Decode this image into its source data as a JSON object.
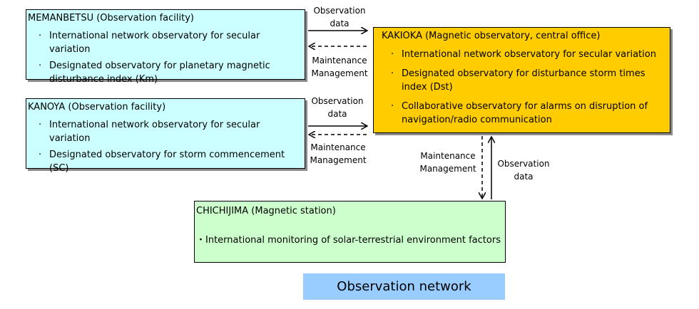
{
  "nodes": {
    "memanbetsu": {
      "title": "MEMANBETSU (Observation facility)",
      "items": [
        "International network observatory for secular variation",
        "Designated observatory for planetary magnetic disturbance index (Km)"
      ],
      "color": "#ccffff"
    },
    "kanoya": {
      "title": "KANOYA (Observation facility)",
      "items": [
        "International network observatory for secular variation",
        "Designated observatory for storm commencement (SC)"
      ],
      "color": "#ccffff"
    },
    "kakioka": {
      "title": "KAKIOKA (Magnetic observatory, central office)",
      "items": [
        "International network observatory for secular variation",
        "Designated observatory for disturbance storm times index (Dst)",
        "Collaborative observatory for alarms on disruption of navigation/radio communication"
      ],
      "color": "#ffcc00"
    },
    "chichijima": {
      "title": "CHICHIJIMA (Magnetic station)",
      "items": [
        "・International monitoring of solar-terrestrial environment factors"
      ],
      "color": "#ccffcc"
    }
  },
  "edges": {
    "memanbetsu_kakioka": {
      "observation_label": "Observation\ndata",
      "maintenance_label": "Maintenance\nManagement"
    },
    "kanoya_kakioka": {
      "observation_label": "Observation\ndata",
      "maintenance_label": "Maintenance\nManagement"
    },
    "kakioka_chichijima": {
      "maintenance_label": "Maintenance\nManagement",
      "observation_label": "Observation\ndata"
    }
  },
  "caption": {
    "text": "Observation network",
    "color": "#99ccff"
  }
}
